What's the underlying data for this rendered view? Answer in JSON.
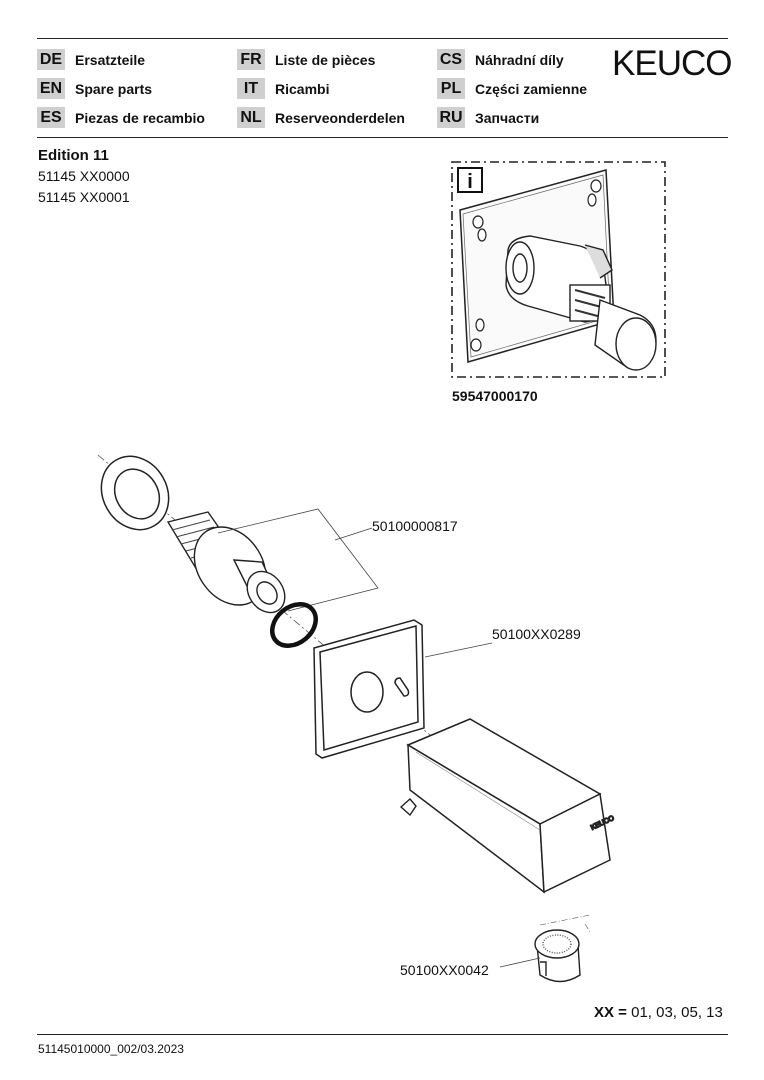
{
  "header": {
    "languages": [
      {
        "code": "DE",
        "label": "Ersatzteile"
      },
      {
        "code": "EN",
        "label": "Spare parts"
      },
      {
        "code": "ES",
        "label": "Piezas de recambio"
      },
      {
        "code": "FR",
        "label": "Liste de pièces"
      },
      {
        "code": "IT",
        "label": "Ricambi"
      },
      {
        "code": "NL",
        "label": "Reserveonderdelen"
      },
      {
        "code": "CS",
        "label": "Náhradní díly"
      },
      {
        "code": "PL",
        "label": "Części zamienne"
      },
      {
        "code": "RU",
        "label": "Запчасти"
      }
    ],
    "logo": "KEUCO"
  },
  "product": {
    "edition": "Edition 11",
    "variants": [
      "51145 XX0000",
      "51145 XX0001"
    ]
  },
  "info_box": {
    "icon": "info-icon",
    "icon_glyph": "i",
    "part_number": "59547000170"
  },
  "parts": [
    {
      "number": "50100000817"
    },
    {
      "number": "50100XX0289"
    },
    {
      "number": "50100XX0042"
    }
  ],
  "finish_note": {
    "key": "XX =",
    "values": " 01, 03, 05, 13"
  },
  "footer": {
    "doc_code": "51145010000_002/03.2023"
  }
}
